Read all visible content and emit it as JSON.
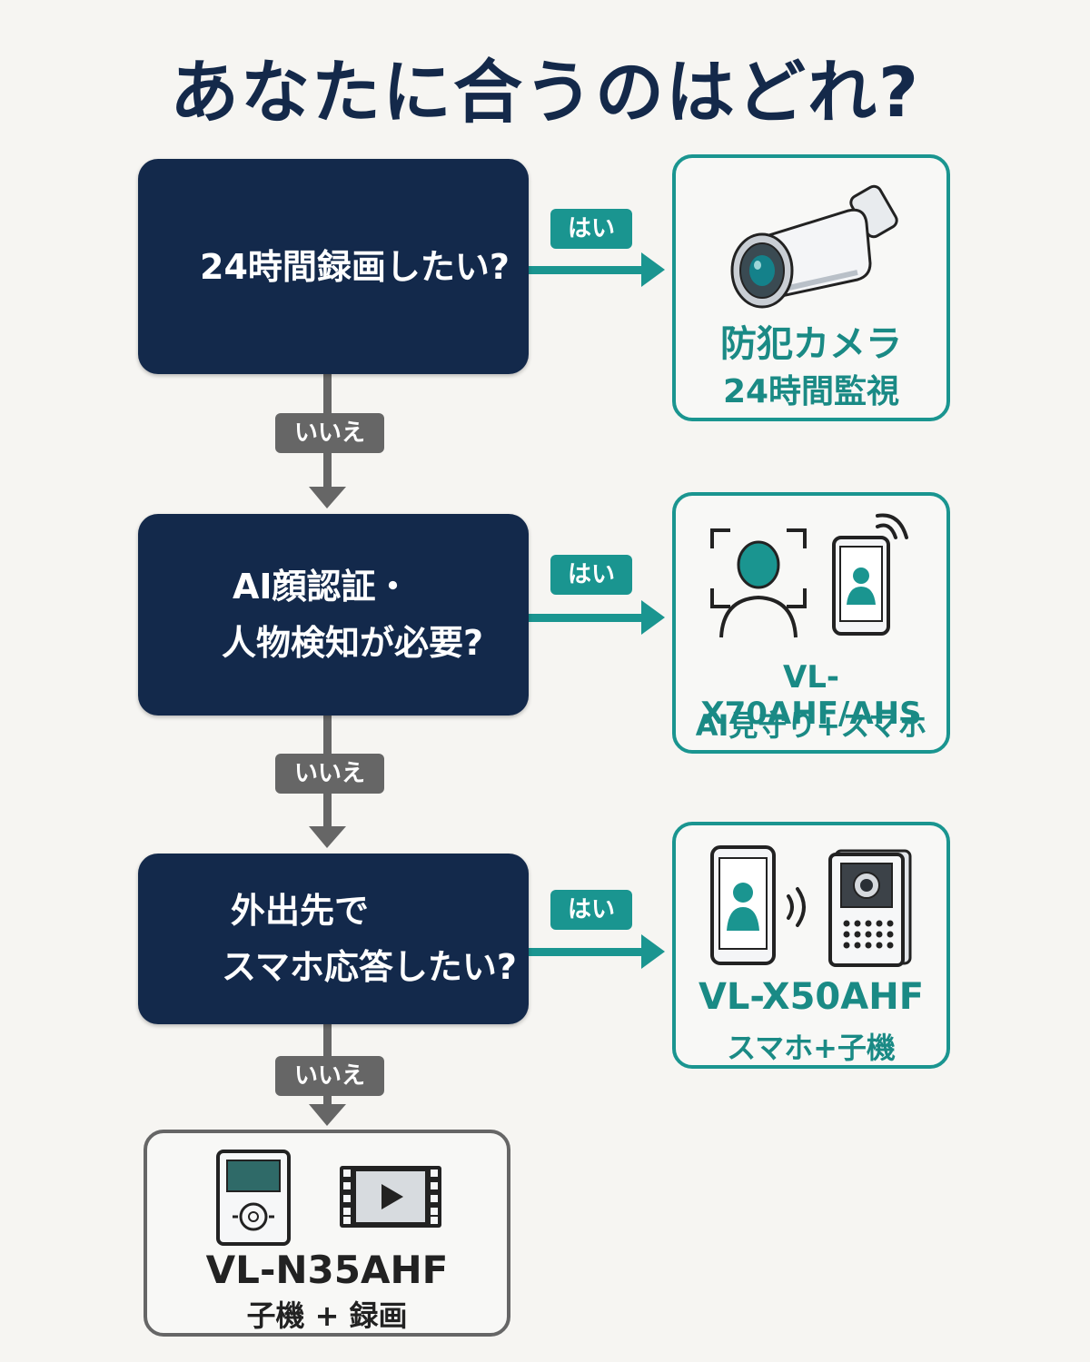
{
  "title": "あなたに合うのはどれ?",
  "questions": [
    {
      "lines": [
        "24時間録画したい?"
      ]
    },
    {
      "lines": [
        "AI顔認証・",
        "人物検知が必要?"
      ]
    },
    {
      "lines": [
        "外出先で",
        "スマホ応答したい?"
      ]
    }
  ],
  "yes_label": "はい",
  "no_label": "いいえ",
  "results": [
    {
      "name": "防犯カメラ",
      "sub": "24時間監視",
      "icons": [
        "security-camera-icon"
      ]
    },
    {
      "name": "VL-X70AHF/AHS",
      "sub": "AI見守り+スマホ",
      "icons": [
        "face-recognition-icon",
        "smartphone-icon",
        "wireless-signal-icon"
      ]
    },
    {
      "name": "VL-X50AHF",
      "sub": "スマホ+子機",
      "icons": [
        "smartphone-icon",
        "wireless-signal-icon",
        "door-intercom-icon"
      ]
    },
    {
      "name": "VL-N35AHF",
      "sub": "子機 + 録画",
      "icons": [
        "handset-monitor-icon",
        "video-recording-icon"
      ]
    }
  ],
  "colors": {
    "navy": "#13294b",
    "teal": "#1a9590",
    "gray": "#666666",
    "background": "#f6f5f2"
  }
}
